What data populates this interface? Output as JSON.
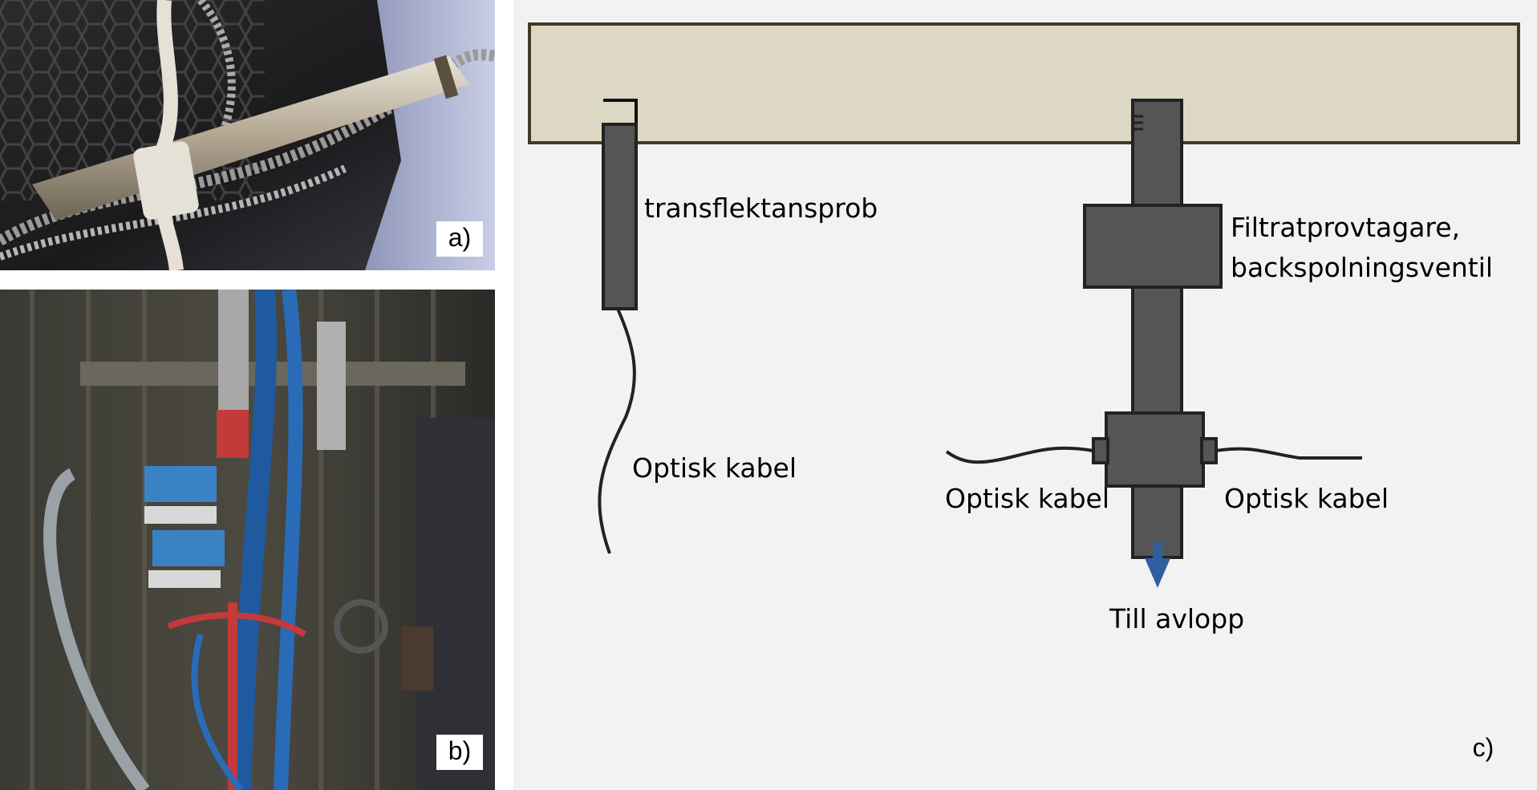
{
  "panels": {
    "a": "a)",
    "b": "b)",
    "c": "c)"
  },
  "diagram": {
    "probe_label": "transflektansprob",
    "sampler_label_line1": "Filtratprovtagare,",
    "sampler_label_line2": "backspolningsventil",
    "cable_left": "Optisk kabel",
    "cable_middle": "Optisk kabel",
    "cable_right": "Optisk kabel",
    "drain_label": "Till avlopp",
    "colors": {
      "pipe_fill": "#ddd8c4",
      "pipe_stroke": "#3f3b24",
      "device_fill": "#555555",
      "device_stroke": "#222222",
      "arrow": "#2f5f9e",
      "background": "#f2f2f2"
    }
  }
}
